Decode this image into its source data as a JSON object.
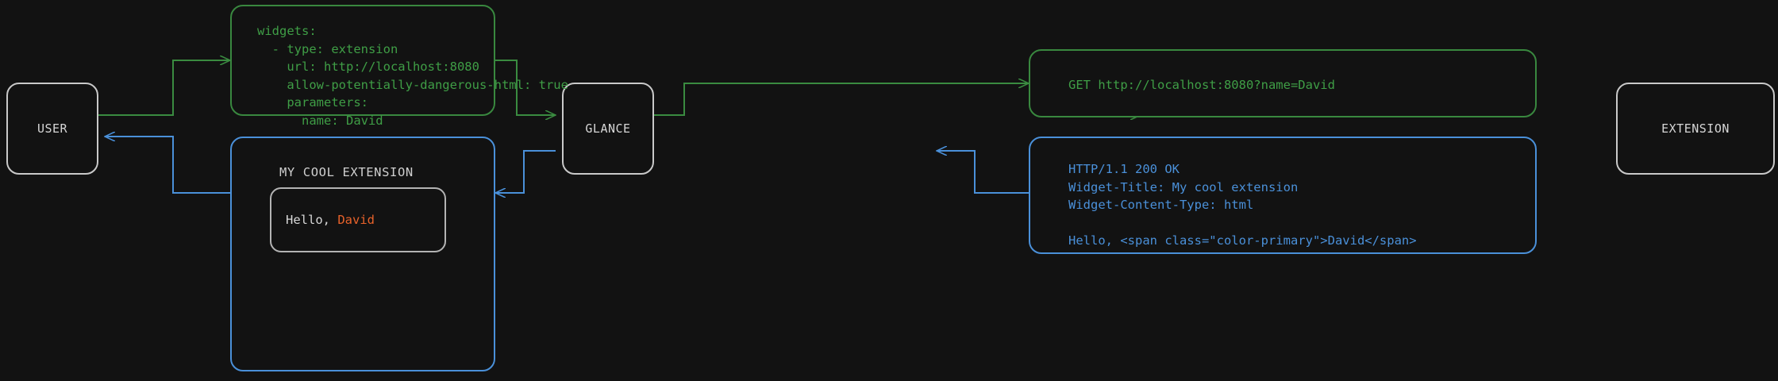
{
  "theme": {
    "background": "#121212",
    "node_border": "#c9c9c9",
    "node_text": "#d6d6d6",
    "request_color": "#3f9e46",
    "response_color": "#4a90d9",
    "widget_border": "#b3b3b3",
    "accent_color": "#e8622a"
  },
  "nodes": [
    {
      "id": "user",
      "label": "USER"
    },
    {
      "id": "glance",
      "label": "GLANCE"
    },
    {
      "id": "extension",
      "label": "EXTENSION"
    }
  ],
  "messages": {
    "config_yaml": {
      "color": "#3f9e46",
      "lines": [
        "widgets:",
        "  - type: extension",
        "    url: http://localhost:8080",
        "    allow-potentially-dangerous-html: true",
        "    parameters:",
        "      name: David"
      ]
    },
    "http_request": {
      "color": "#3f9e46",
      "lines": [
        "GET http://localhost:8080?name=David"
      ]
    },
    "http_response": {
      "color": "#4a90d9",
      "lines": [
        "HTTP/1.1 200 OK",
        "Widget-Title: My cool extension",
        "Widget-Content-Type: html",
        "",
        "Hello, <span class=\"color-primary\">David</span>"
      ]
    },
    "rendered_widget": {
      "color": "#4a90d9",
      "title": "MY COOL EXTENSION",
      "body_prefix": "Hello, ",
      "body_accent": "David"
    }
  },
  "flow": {
    "request_edges": [
      {
        "from": "user",
        "to": "config_yaml",
        "direction": "right"
      },
      {
        "from": "config_yaml",
        "to": "glance",
        "direction": "right"
      },
      {
        "from": "glance",
        "to": "http_request",
        "direction": "right"
      },
      {
        "from": "http_request",
        "to": "extension",
        "direction": "right"
      }
    ],
    "response_edges": [
      {
        "from": "extension",
        "to": "http_response",
        "direction": "left"
      },
      {
        "from": "http_response",
        "to": "glance",
        "direction": "left"
      },
      {
        "from": "glance",
        "to": "rendered_widget",
        "direction": "left"
      },
      {
        "from": "rendered_widget",
        "to": "user",
        "direction": "left"
      }
    ]
  }
}
